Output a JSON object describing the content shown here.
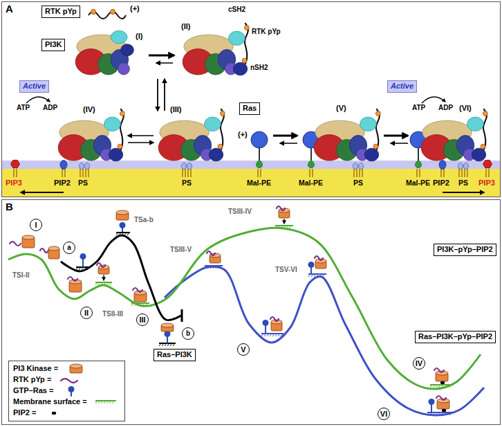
{
  "diagram": {
    "nodes": [
      {
        "text": [
          "A"
        ]
      },
      {
        "text": [
          "RTK pYp"
        ],
        "in": 0
      },
      {
        "text": [
          "PI3K"
        ],
        "in": 0
      },
      {
        "text": [
          "Active"
        ],
        "in": 0
      },
      {
        "text": [
          "Ras"
        ],
        "in": 0
      },
      {
        "text": [
          "Active"
        ],
        "in": 0
      },
      {
        "text": [
          "B"
        ]
      },
      {
        "text": [
          "I"
        ],
        "in": 6
      },
      {
        "text": [
          "a"
        ],
        "in": 6
      },
      {
        "text": [
          "II"
        ],
        "in": 6
      },
      {
        "text": [
          "III"
        ],
        "in": 6
      },
      {
        "text": [
          "b"
        ],
        "in": 6
      },
      {
        "text": [
          "Ras–PI3K"
        ],
        "in": 6
      },
      {
        "text": [
          "V"
        ],
        "in": 6
      },
      {
        "text": [
          "PI3K–pYp–PIP2"
        ],
        "in": 6
      },
      {
        "text": [
          "IV"
        ],
        "in": 6
      },
      {
        "text": [
          "VI"
        ],
        "in": 6
      },
      {
        "text": [
          "Ras–PI3K–pYp–PIP2"
        ],
        "in": 6
      }
    ],
    "labels": [
      "(+)",
      "(I)",
      "(II)",
      "cSH2",
      "RTK pYp",
      "nSH2",
      "(IV)",
      "(III)",
      "ATP",
      "ADP",
      "(+)",
      "(V)",
      "(VI)",
      "ATP",
      "ADP",
      "PIP3",
      "PIP2",
      "PS",
      "PS",
      "Mal-PE",
      "Mal-PE",
      "PS",
      "Mal-PE",
      "PIP2",
      "PS",
      "PIP3",
      "TSI-II",
      "TSII-III",
      "TSa-b",
      "TSIII-V",
      "TSIII-IV",
      "TSV-VI"
    ],
    "legend": [
      {
        "text": "PI3 Kinase ="
      },
      {
        "text": "RTK pYp ="
      },
      {
        "text": "GTP–Ras ="
      },
      {
        "text": "Membrane surface ="
      },
      {
        "text": "PIP2 ="
      }
    ]
  }
}
